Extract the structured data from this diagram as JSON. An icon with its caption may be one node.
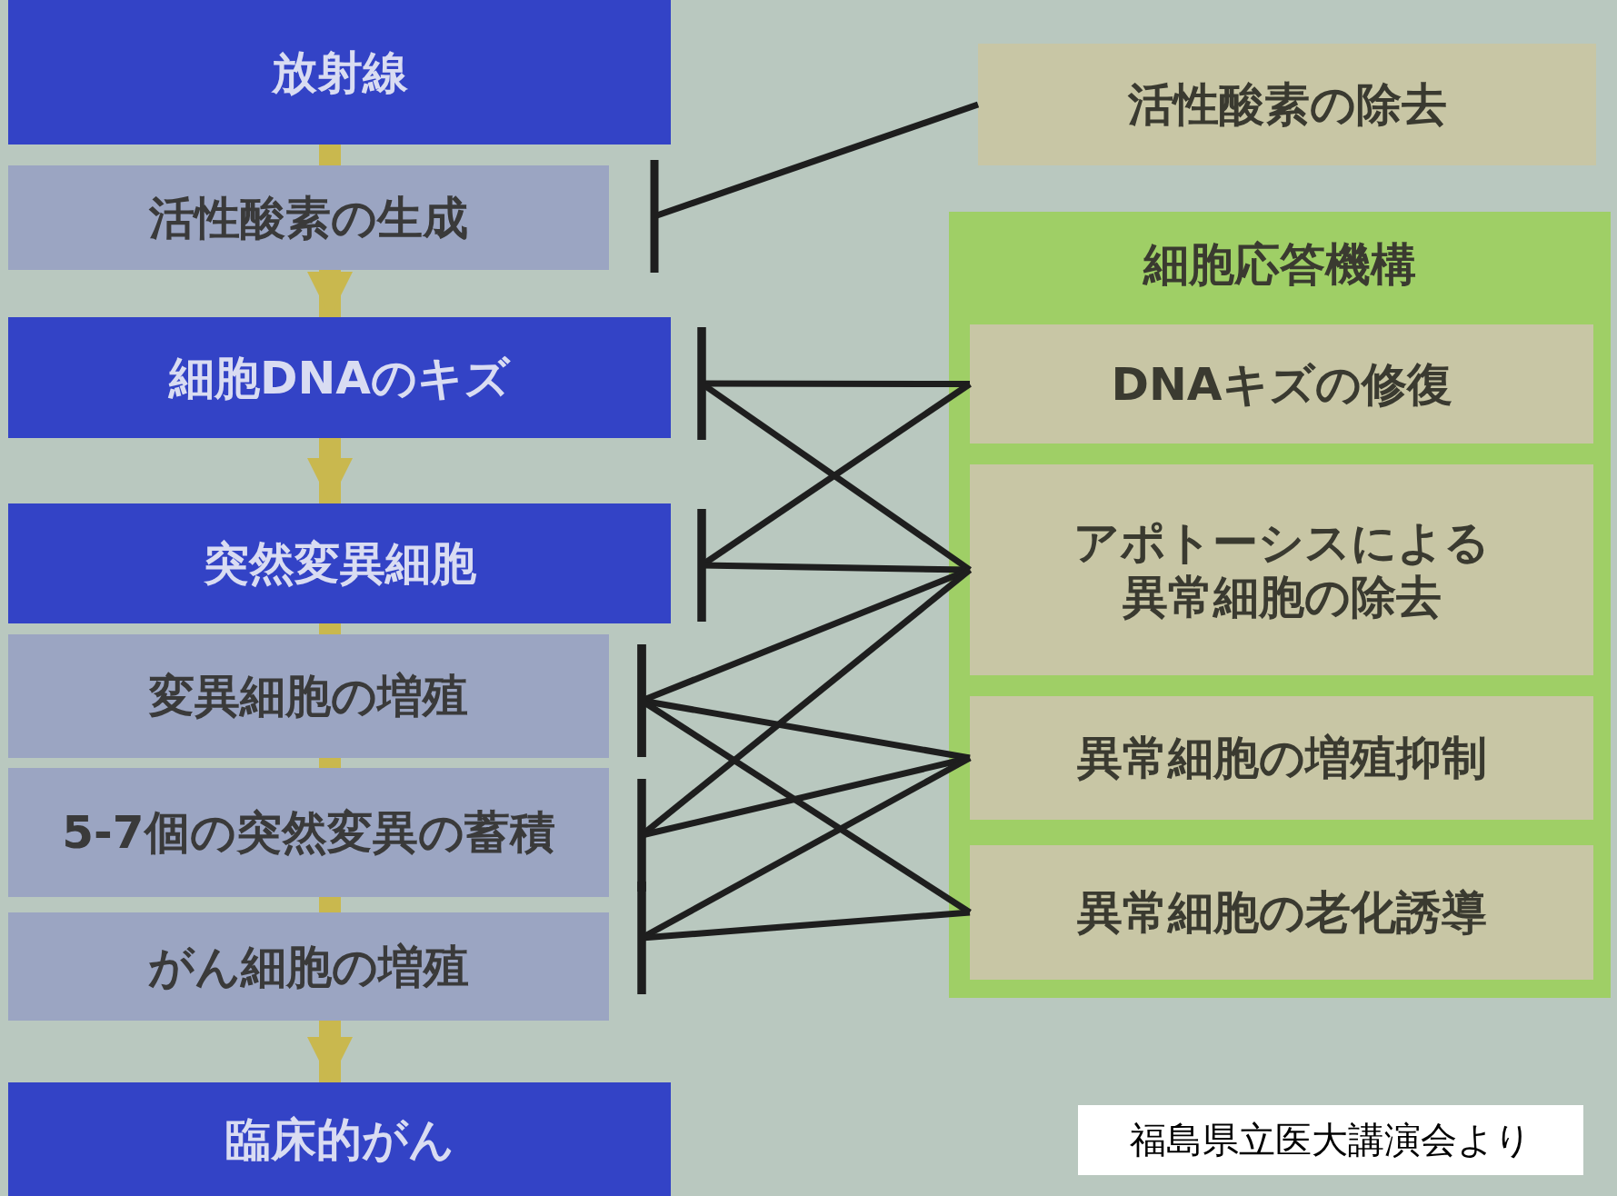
{
  "diagram": {
    "nodes": [
      {
        "text": [
          "放射線"
        ]
      },
      {
        "text": [
          "活性酸素の生成"
        ]
      },
      {
        "text": [
          "細胞DNAのキズ"
        ]
      },
      {
        "text": [
          "突然変異細胞"
        ]
      },
      {
        "text": [
          "変異細胞の増殖"
        ]
      },
      {
        "text": [
          "5-7個の突然変異の蓄積"
        ]
      },
      {
        "text": [
          "がん細胞の増殖"
        ]
      },
      {
        "text": [
          "臨床的がん"
        ]
      },
      {
        "text": [
          "活性酸素の除去"
        ]
      },
      {
        "text": [
          "細胞応答機構"
        ]
      },
      {
        "text": [
          "DNAキズの修復"
        ],
        "in": 9
      },
      {
        "text": [
          "アポトーシスによる異常細胞の除去"
        ],
        "in": 9
      },
      {
        "text": [
          "異常細胞の増殖抑制"
        ],
        "in": 9
      },
      {
        "text": [
          "異常細胞の老化誘導"
        ],
        "in": 9
      }
    ],
    "edges": [
      {
        "from": 0,
        "to": 1,
        "arrow": "none",
        "style": "thick",
        "color": "#c9b84e"
      },
      {
        "from": 1,
        "to": 2,
        "arrow": "to",
        "style": "thick",
        "color": "#c9b84e"
      },
      {
        "from": 2,
        "to": 3,
        "arrow": "to",
        "style": "thick",
        "color": "#c9b84e"
      },
      {
        "from": 3,
        "to": 4,
        "arrow": "none",
        "style": "thick",
        "color": "#c9b84e"
      },
      {
        "from": 4,
        "to": 5,
        "arrow": "none",
        "style": "thick",
        "color": "#c9b84e"
      },
      {
        "from": 5,
        "to": 6,
        "arrow": "none",
        "style": "thick",
        "color": "#c9b84e"
      },
      {
        "from": 6,
        "to": 7,
        "arrow": "to",
        "style": "thick",
        "color": "#c9b84e"
      },
      {
        "from": 8,
        "to": 1,
        "arrow": "other"
      },
      {
        "from": 10,
        "to": 2,
        "arrow": "other"
      },
      {
        "from": 10,
        "to": 3,
        "arrow": "other"
      },
      {
        "from": 11,
        "to": 2,
        "arrow": "other"
      },
      {
        "from": 11,
        "to": 3,
        "arrow": "other"
      },
      {
        "from": 11,
        "to": 4,
        "arrow": "other"
      },
      {
        "from": 11,
        "to": 5,
        "arrow": "other"
      },
      {
        "from": 12,
        "to": 4,
        "arrow": "other"
      },
      {
        "from": 12,
        "to": 5,
        "arrow": "other"
      },
      {
        "from": 12,
        "to": 6,
        "arrow": "other"
      },
      {
        "from": 13,
        "to": 4,
        "arrow": "other"
      },
      {
        "from": 13,
        "to": 6,
        "arrow": "other"
      }
    ],
    "labels": [
      "福島県立医大講演会より"
    ]
  }
}
